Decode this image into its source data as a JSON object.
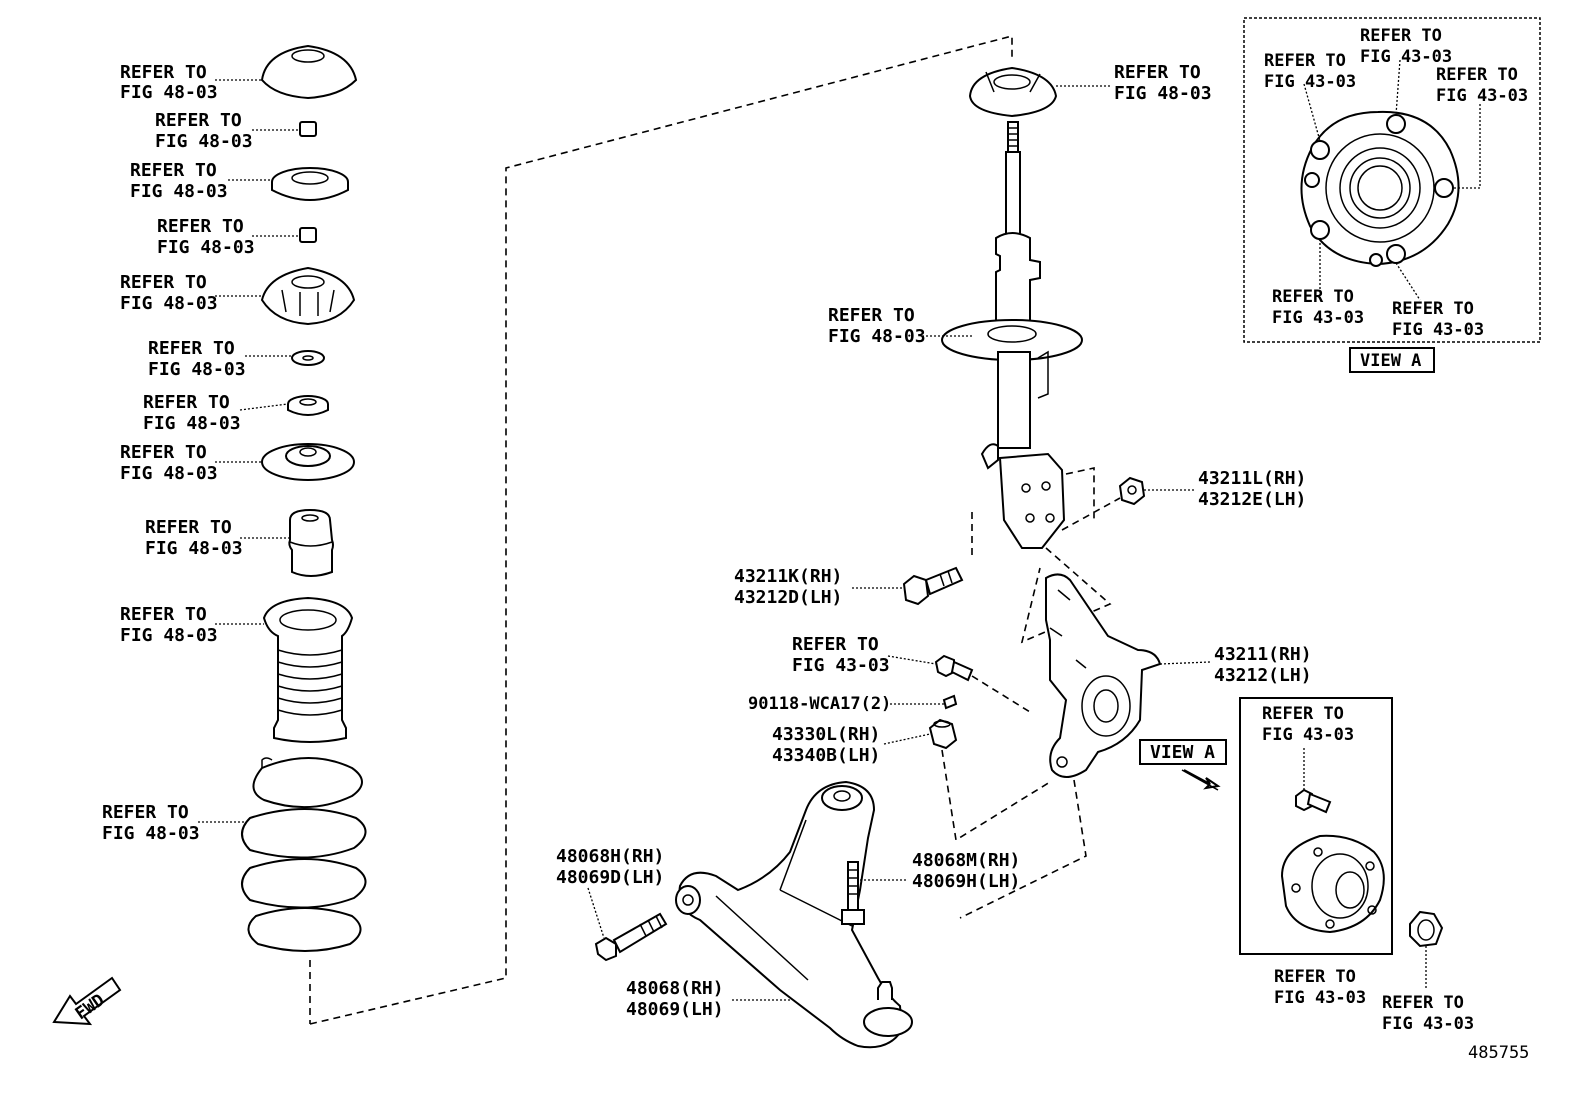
{
  "diagram": {
    "refer_to": "REFER TO",
    "fig_48_03": "FIG 48-03",
    "fig_43_03": "FIG 43-03",
    "view_a": "VIEW A",
    "fwd": "FWD",
    "diagram_number": "485755",
    "parts": {
      "nut_rh": "43211L(RH)",
      "nut_lh": "43212E(LH)",
      "bolt_rh": "43211K(RH)",
      "bolt_lh": "43212D(LH)",
      "knuckle_rh": "43211(RH)",
      "knuckle_lh": "43212(LH)",
      "screw": "90118-WCA17(2)",
      "nut2_rh": "43330L(RH)",
      "nut2_lh": "43340B(LH)",
      "bolt3_rh": "48068H(RH)",
      "bolt3_lh": "48069D(LH)",
      "bolt4_rh": "48068M(RH)",
      "bolt4_lh": "48069H(LH)",
      "arm_rh": "48068(RH)",
      "arm_lh": "48069(LH)"
    }
  }
}
